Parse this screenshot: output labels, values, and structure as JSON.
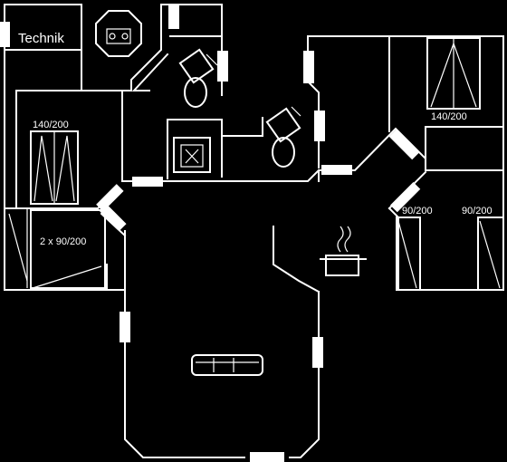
{
  "rooms": {
    "technik": "Technik"
  },
  "beds": {
    "bed_140_left": "140/200",
    "bed_140_right": "140/200",
    "bed_2x90": "2 x 90/200",
    "bed_90_a": "90/200",
    "bed_90_b": "90/200"
  },
  "icons": {
    "stove": "stove-icon",
    "toilet_upper": "toilet-icon",
    "toilet_lower": "toilet-icon",
    "shower": "shower-icon",
    "cooking_pot": "cooking-pot-icon",
    "sofa": "sofa-icon"
  },
  "colors": {
    "background": "#000000",
    "lines": "#ffffff"
  }
}
